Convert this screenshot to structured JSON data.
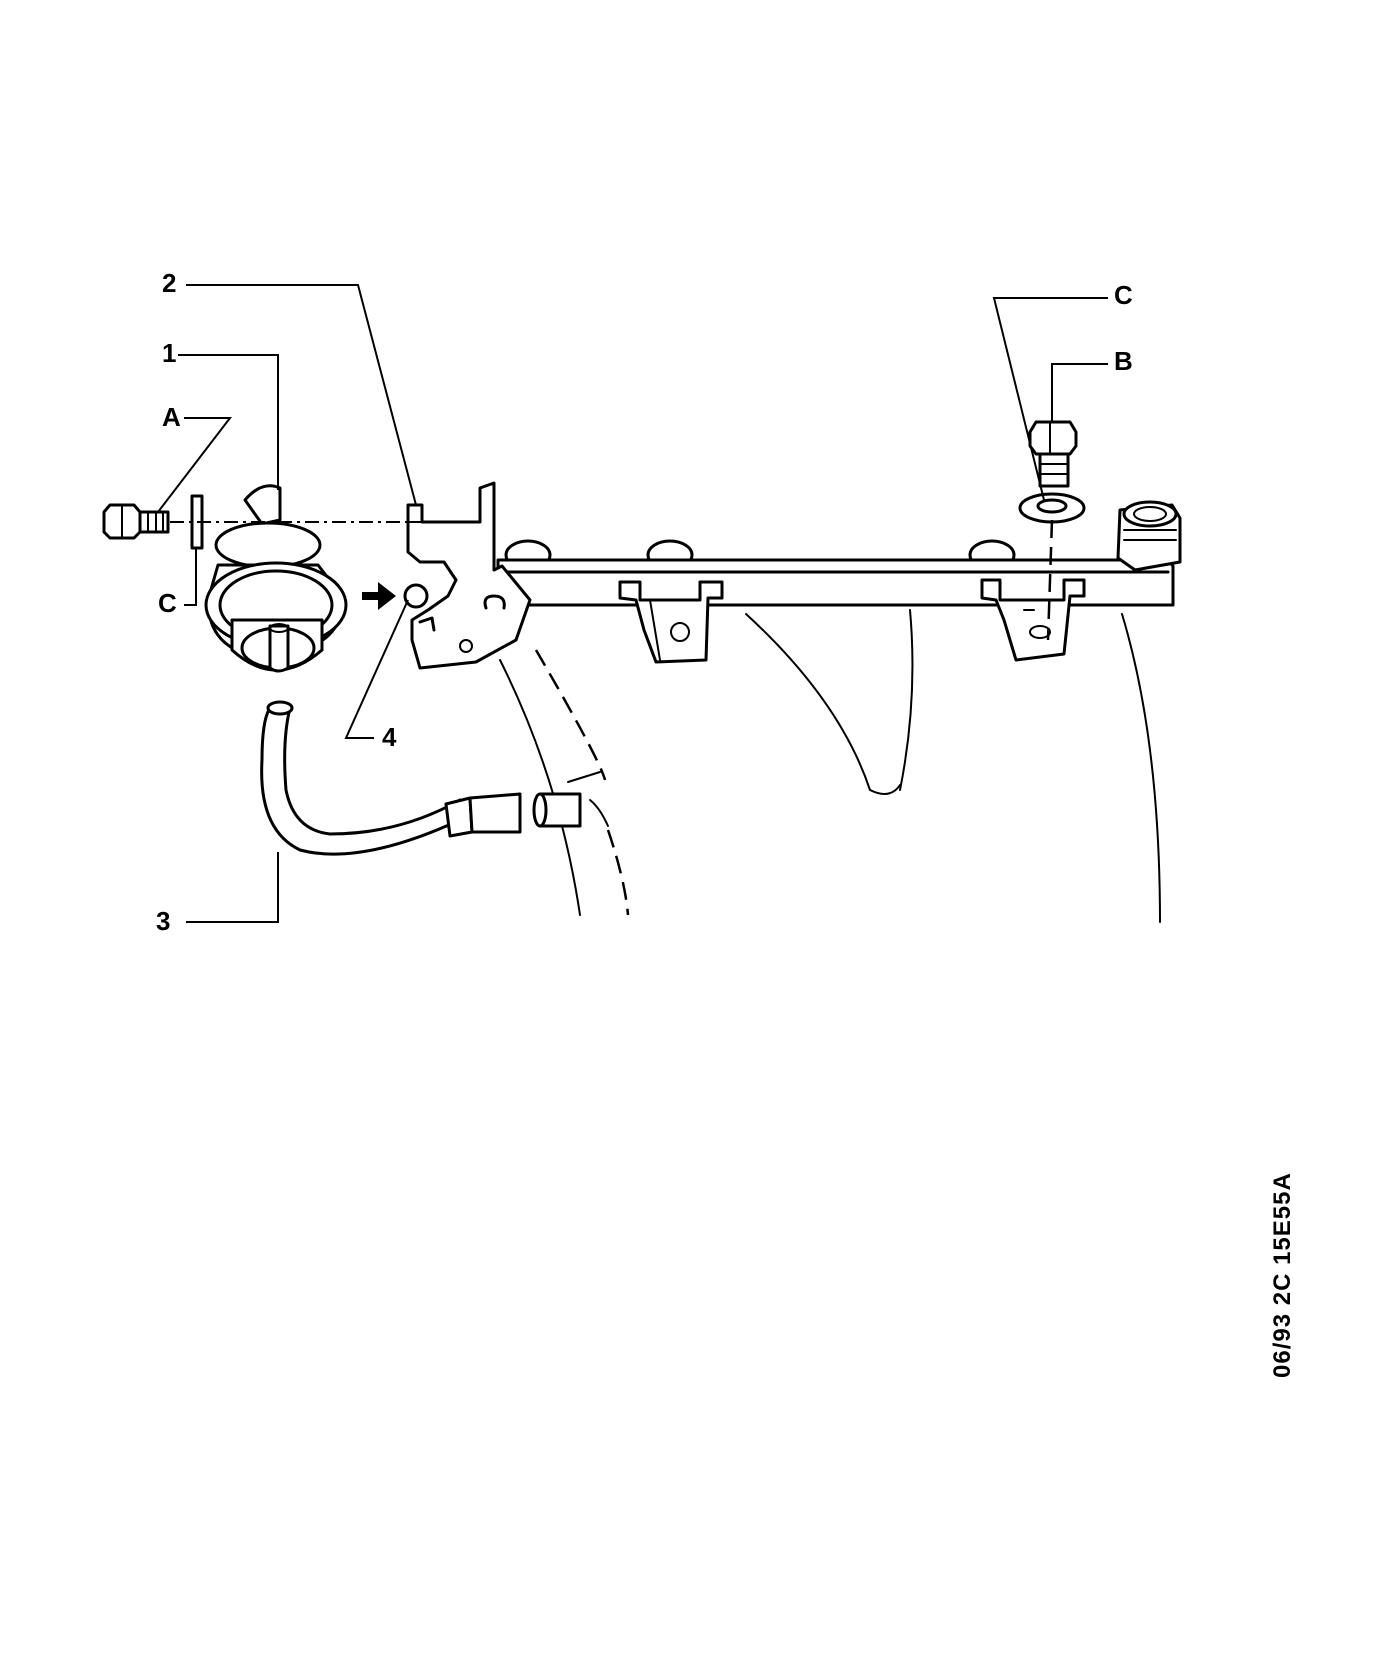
{
  "callouts": {
    "label_1": "1",
    "label_2": "2",
    "label_3": "3",
    "label_4": "4",
    "label_A": "A",
    "label_B": "B",
    "label_C_left": "C",
    "label_C_right": "C"
  },
  "reference_code": "06/93  2C  15E55A"
}
